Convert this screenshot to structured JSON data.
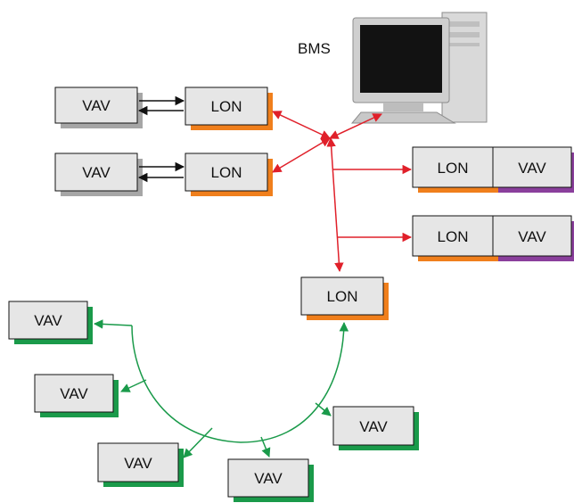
{
  "bms": {
    "label": "BMS"
  },
  "lon_left_1": {
    "vav": "VAV",
    "lon": "LON"
  },
  "lon_left_2": {
    "vav": "VAV",
    "lon": "LON"
  },
  "lon_right_1": {
    "lon": "LON",
    "vav": "VAV"
  },
  "lon_right_2": {
    "lon": "LON",
    "vav": "VAV"
  },
  "ring_lon": {
    "label": "LON"
  },
  "ring_vavs": [
    "VAV",
    "VAV",
    "VAV",
    "VAV",
    "VAV"
  ],
  "colors": {
    "box_fill": "#e6e6e6",
    "lon_shadow": "#f07f1c",
    "vav_shadow_grey": "#a6a6a6",
    "vav_shadow_green": "#1a9a4a",
    "vav_shadow_purple": "#8a3f9c",
    "bus_red": "#e0202a",
    "ring_green": "#1a9a4a"
  }
}
